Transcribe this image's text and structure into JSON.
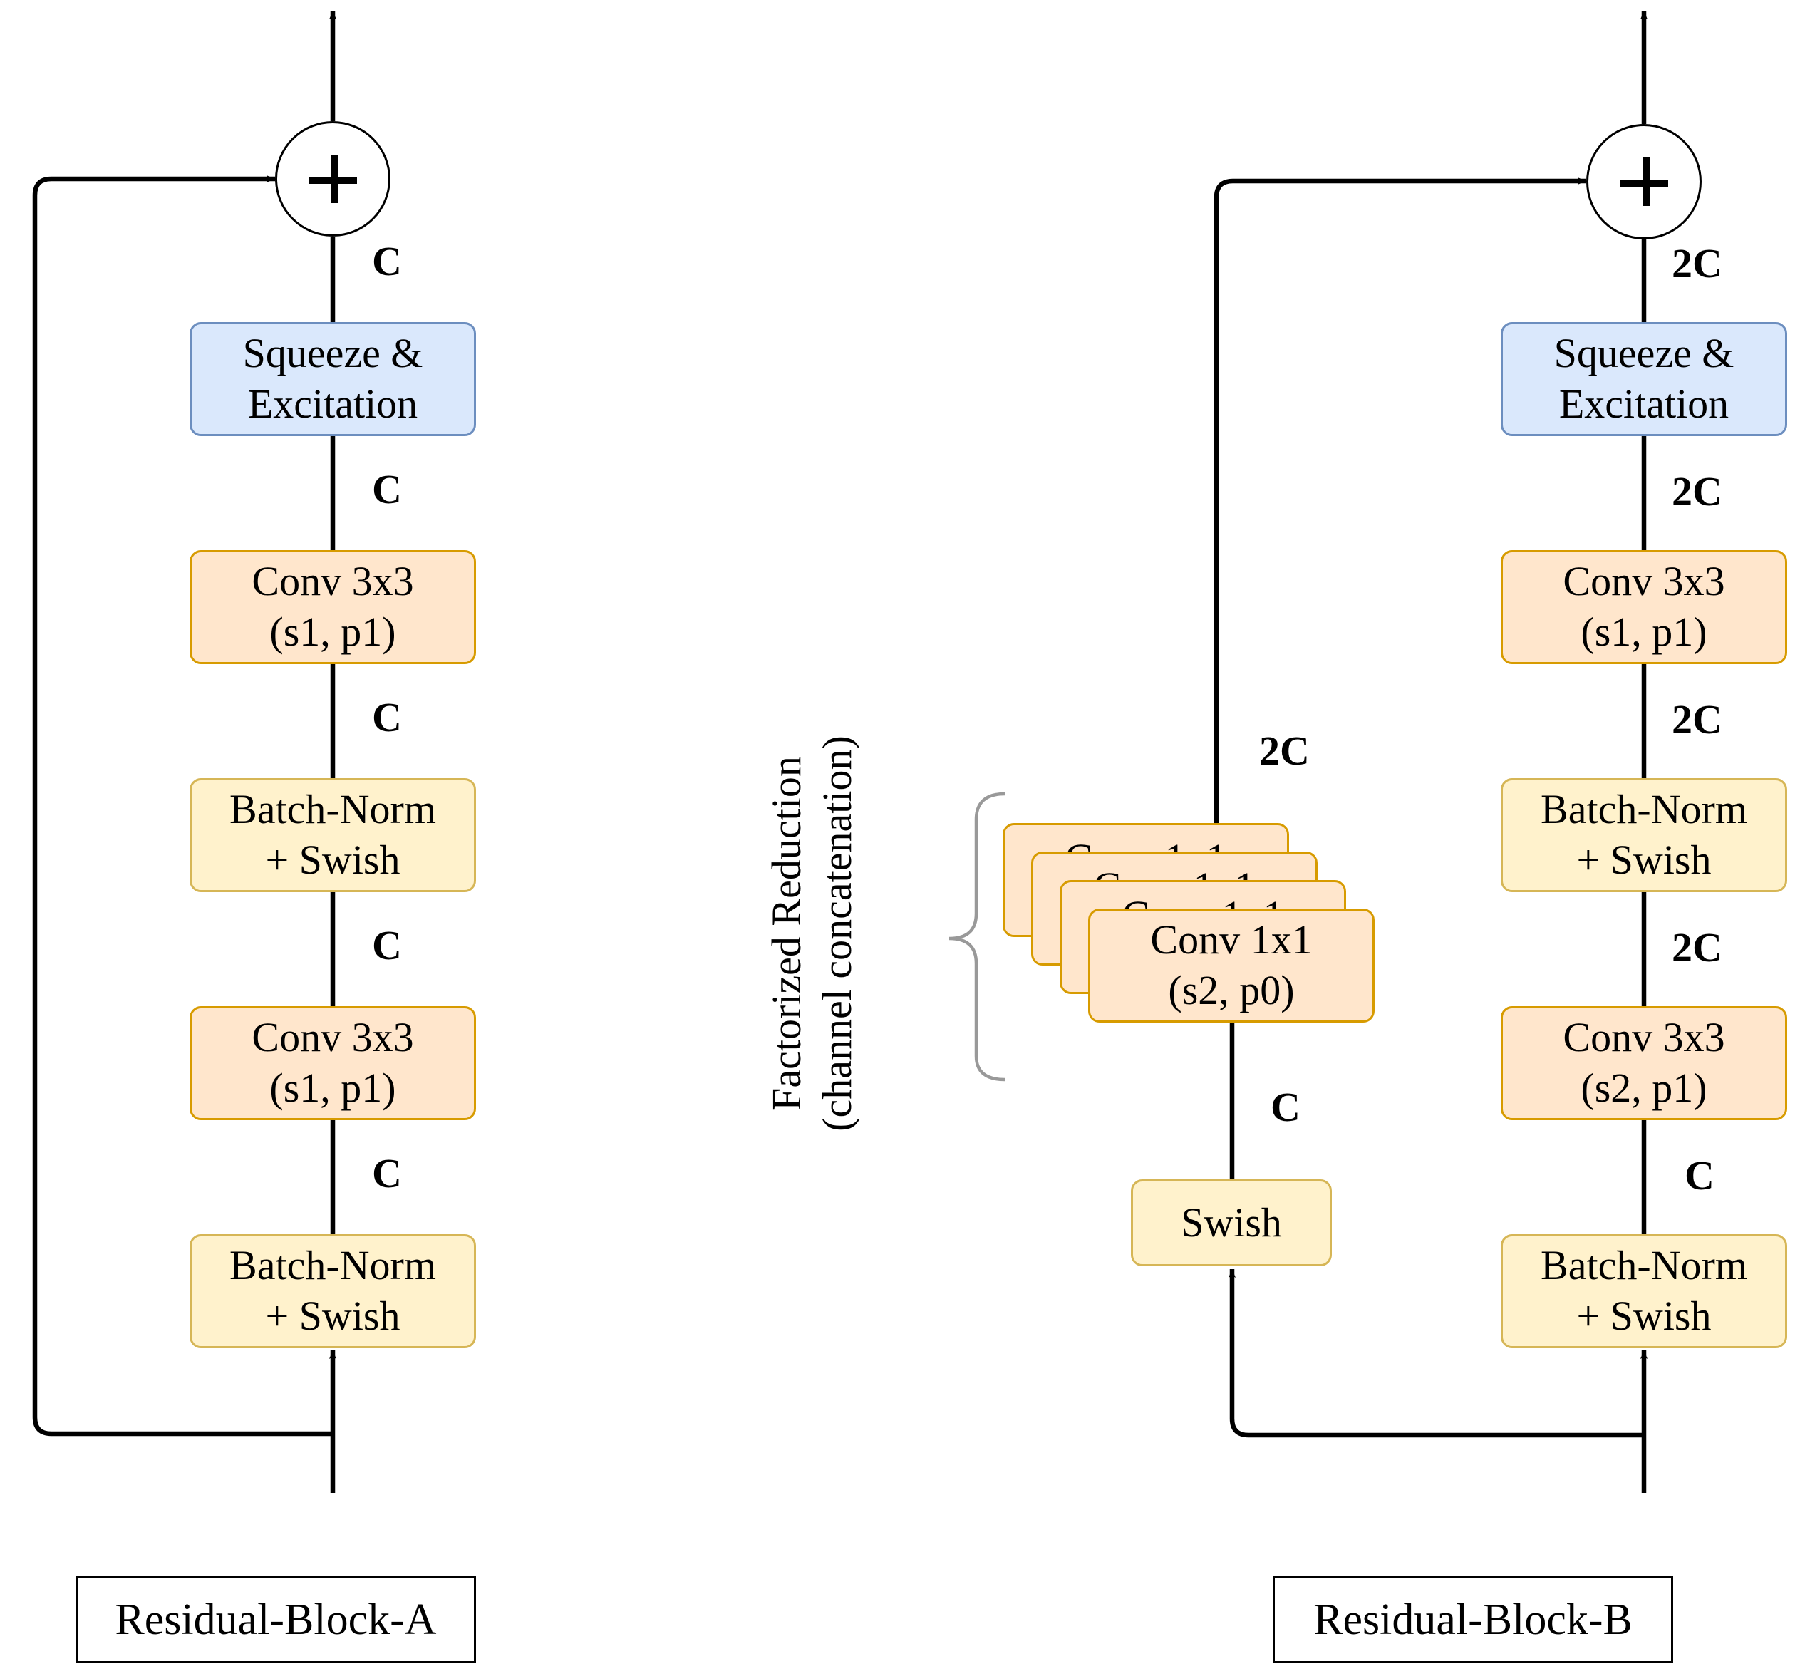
{
  "block_a": {
    "title": "Residual-Block-A",
    "squeeze": [
      "Squeeze &",
      "Excitation"
    ],
    "conv_top": [
      "Conv 3x3",
      "(s1, p1)"
    ],
    "bn_mid": [
      "Batch-Norm",
      "+ Swish"
    ],
    "conv_bottom": [
      "Conv 3x3",
      "(s1, p1)"
    ],
    "bn_bottom": [
      "Batch-Norm",
      "+ Swish"
    ],
    "channels": [
      "C",
      "C",
      "C",
      "C",
      "C"
    ]
  },
  "block_b": {
    "title": "Residual-Block-B",
    "squeeze": [
      "Squeeze &",
      "Excitation"
    ],
    "conv_top": [
      "Conv 3x3",
      "(s1, p1)"
    ],
    "bn_mid": [
      "Batch-Norm",
      "+ Swish"
    ],
    "conv_bottom": [
      "Conv 3x3",
      "(s2, p1)"
    ],
    "bn_bottom": [
      "Batch-Norm",
      "+ Swish"
    ],
    "channels": [
      "2C",
      "2C",
      "2C",
      "2C",
      "C"
    ],
    "skip": {
      "swish": "Swish",
      "conv_stack_label": "Conv 1x1",
      "conv_front": [
        "Conv 1x1",
        "(s2, p0)"
      ],
      "channel_above_convs": "2C",
      "channel_below_convs": "C",
      "brace_label": [
        "Factorized Reduction",
        "(channel concatenation)"
      ]
    }
  },
  "colors": {
    "blue_fill": "#dae8fc",
    "blue_stroke": "#6c8ebf",
    "orange_fill": "#ffe6cc",
    "orange_stroke": "#d79b00",
    "yellow_fill": "#fff2cc",
    "yellow_stroke": "#d6b656",
    "brace": "#999999"
  }
}
